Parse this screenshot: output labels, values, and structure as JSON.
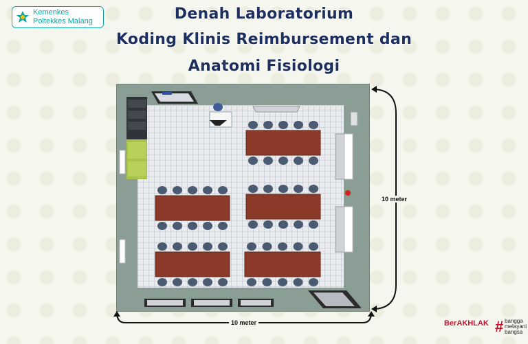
{
  "logo": {
    "line1": "Kemenkes",
    "line2": "Poltekkes Malang"
  },
  "title": {
    "line1": "Denah Laboratorium",
    "line2": "Koding Klinis Reimbursement dan",
    "line3": "Anatomi Fisiologi"
  },
  "dimensions": {
    "vertical": "10 meter",
    "horizontal": "10 meter"
  },
  "footer": {
    "brand": "BerAKHLAK",
    "tagline": [
      "bangga",
      "melayani",
      "bangsa"
    ]
  },
  "colors": {
    "title": "#1d2f5e",
    "wall": "#8a9e96",
    "floor": "#e9ebef",
    "table": "#8b3a2a",
    "chair": "#4a5a70",
    "accent": "#c8102e",
    "logo": "#0aa6a0"
  }
}
